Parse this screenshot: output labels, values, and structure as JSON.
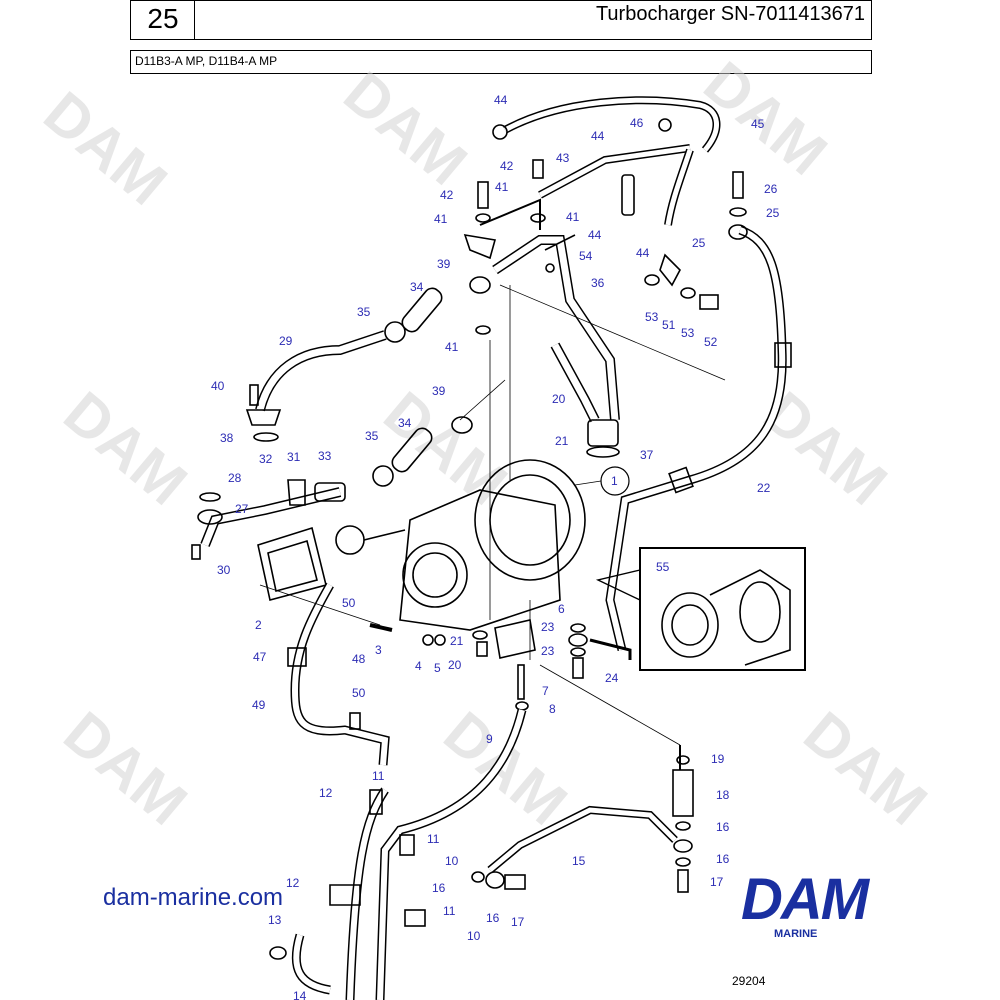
{
  "header": {
    "page_number": "25",
    "title": "Turbocharger SN-7011413671",
    "models": "D11B3-A MP, D11B4-A MP"
  },
  "watermark_text": "DAM",
  "callouts": [
    {
      "id": "c44a",
      "label": "44"
    },
    {
      "id": "c45",
      "label": "45"
    },
    {
      "id": "c46",
      "label": "46"
    },
    {
      "id": "c44b",
      "label": "44"
    },
    {
      "id": "c42a",
      "label": "42"
    },
    {
      "id": "c43",
      "label": "43"
    },
    {
      "id": "c41a",
      "label": "41"
    },
    {
      "id": "c42b",
      "label": "42"
    },
    {
      "id": "c41b",
      "label": "41"
    },
    {
      "id": "c41c",
      "label": "41"
    },
    {
      "id": "c44c",
      "label": "44"
    },
    {
      "id": "c44d",
      "label": "44"
    },
    {
      "id": "c26",
      "label": "26"
    },
    {
      "id": "c25a",
      "label": "25"
    },
    {
      "id": "c25b",
      "label": "25"
    },
    {
      "id": "c54",
      "label": "54"
    },
    {
      "id": "c39a",
      "label": "39"
    },
    {
      "id": "c36",
      "label": "36"
    },
    {
      "id": "c34a",
      "label": "34"
    },
    {
      "id": "c53a",
      "label": "53"
    },
    {
      "id": "c51",
      "label": "51"
    },
    {
      "id": "c53b",
      "label": "53"
    },
    {
      "id": "c52",
      "label": "52"
    },
    {
      "id": "c35a",
      "label": "35"
    },
    {
      "id": "c41d",
      "label": "41"
    },
    {
      "id": "c29",
      "label": "29"
    },
    {
      "id": "c40",
      "label": "40"
    },
    {
      "id": "c39b",
      "label": "39"
    },
    {
      "id": "c20a",
      "label": "20"
    },
    {
      "id": "c38",
      "label": "38"
    },
    {
      "id": "c35b",
      "label": "35"
    },
    {
      "id": "c34b",
      "label": "34"
    },
    {
      "id": "c21a",
      "label": "21"
    },
    {
      "id": "c37",
      "label": "37"
    },
    {
      "id": "c32",
      "label": "32"
    },
    {
      "id": "c31",
      "label": "31"
    },
    {
      "id": "c33",
      "label": "33"
    },
    {
      "id": "c1",
      "label": "1"
    },
    {
      "id": "c22",
      "label": "22"
    },
    {
      "id": "c28",
      "label": "28"
    },
    {
      "id": "c27",
      "label": "27"
    },
    {
      "id": "c30",
      "label": "30"
    },
    {
      "id": "c55",
      "label": "55"
    },
    {
      "id": "c50a",
      "label": "50"
    },
    {
      "id": "c2",
      "label": "2"
    },
    {
      "id": "c6",
      "label": "6"
    },
    {
      "id": "c23a",
      "label": "23"
    },
    {
      "id": "c21b",
      "label": "21"
    },
    {
      "id": "c23b",
      "label": "23"
    },
    {
      "id": "c3",
      "label": "3"
    },
    {
      "id": "c47",
      "label": "47"
    },
    {
      "id": "c48",
      "label": "48"
    },
    {
      "id": "c4",
      "label": "4"
    },
    {
      "id": "c5",
      "label": "5"
    },
    {
      "id": "c20b",
      "label": "20"
    },
    {
      "id": "c24",
      "label": "24"
    },
    {
      "id": "c7",
      "label": "7"
    },
    {
      "id": "c50b",
      "label": "50"
    },
    {
      "id": "c49",
      "label": "49"
    },
    {
      "id": "c8",
      "label": "8"
    },
    {
      "id": "c9",
      "label": "9"
    },
    {
      "id": "c19",
      "label": "19"
    },
    {
      "id": "c11a",
      "label": "11"
    },
    {
      "id": "c12a",
      "label": "12"
    },
    {
      "id": "c18",
      "label": "18"
    },
    {
      "id": "c16a",
      "label": "16"
    },
    {
      "id": "c11b",
      "label": "11"
    },
    {
      "id": "c15",
      "label": "15"
    },
    {
      "id": "c16b",
      "label": "16"
    },
    {
      "id": "c10a",
      "label": "10"
    },
    {
      "id": "c16c",
      "label": "16"
    },
    {
      "id": "c12b",
      "label": "12"
    },
    {
      "id": "c17a",
      "label": "17"
    },
    {
      "id": "c16d",
      "label": "16"
    },
    {
      "id": "c17b",
      "label": "17"
    },
    {
      "id": "c11c",
      "label": "11"
    },
    {
      "id": "c13",
      "label": "13"
    },
    {
      "id": "c10b",
      "label": "10"
    },
    {
      "id": "c14",
      "label": "14"
    }
  ],
  "footer": {
    "website": "dam-marine.com",
    "brand_name": "DAM",
    "brand_sub": "MARINE",
    "drawing_ref": "29204"
  },
  "colors": {
    "callout": "#2d2db4",
    "brand": "#1a2fa0",
    "line": "#000000",
    "watermark": "#d0d0d0"
  }
}
